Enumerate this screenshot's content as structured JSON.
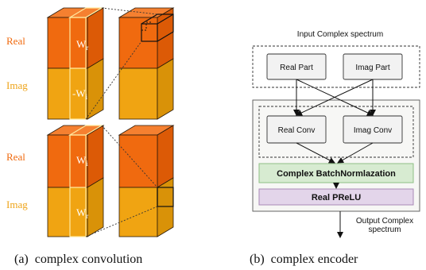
{
  "colors": {
    "real_front": "#f06a0f",
    "real_top": "#f58030",
    "real_side": "#dc5a06",
    "imag_front": "#f0a412",
    "imag_top": "#f4b53a",
    "imag_side": "#d99208",
    "real_text": "#f06a0f",
    "imag_text": "#eea317",
    "kernel_outline": "#ffe9a0",
    "batchnorm_fill": "#d7ebd1",
    "batchnorm_stroke": "#8fbf85",
    "prelu_fill": "#e3d5ea",
    "prelu_stroke": "#a889b6",
    "box_fill": "#f2f2f2",
    "panel_fill": "#f7f7f5"
  },
  "left_panel": {
    "top_group": {
      "real_label": "Real",
      "imag_label": "Imag",
      "kernel_top_label": "W",
      "kernel_top_sub": "r",
      "kernel_bottom_label": "-W",
      "kernel_bottom_sub": "i"
    },
    "bottom_group": {
      "real_label": "Real",
      "imag_label": "Imag",
      "kernel_top_label": "W",
      "kernel_top_sub": "i",
      "kernel_bottom_label": "W",
      "kernel_bottom_sub": "r"
    },
    "caption": "(a)  complex convolution"
  },
  "right_panel": {
    "input_label": "Input Complex spectrum",
    "real_part": "Real Part",
    "imag_part": "Imag Part",
    "real_conv": "Real Conv",
    "imag_conv": "Imag Conv",
    "batchnorm": "Complex BatchNormlazation",
    "prelu": "Real PReLU",
    "output_label_line1": "Output Complex",
    "output_label_line2": "spectrum",
    "caption": "(b)  complex encoder"
  }
}
